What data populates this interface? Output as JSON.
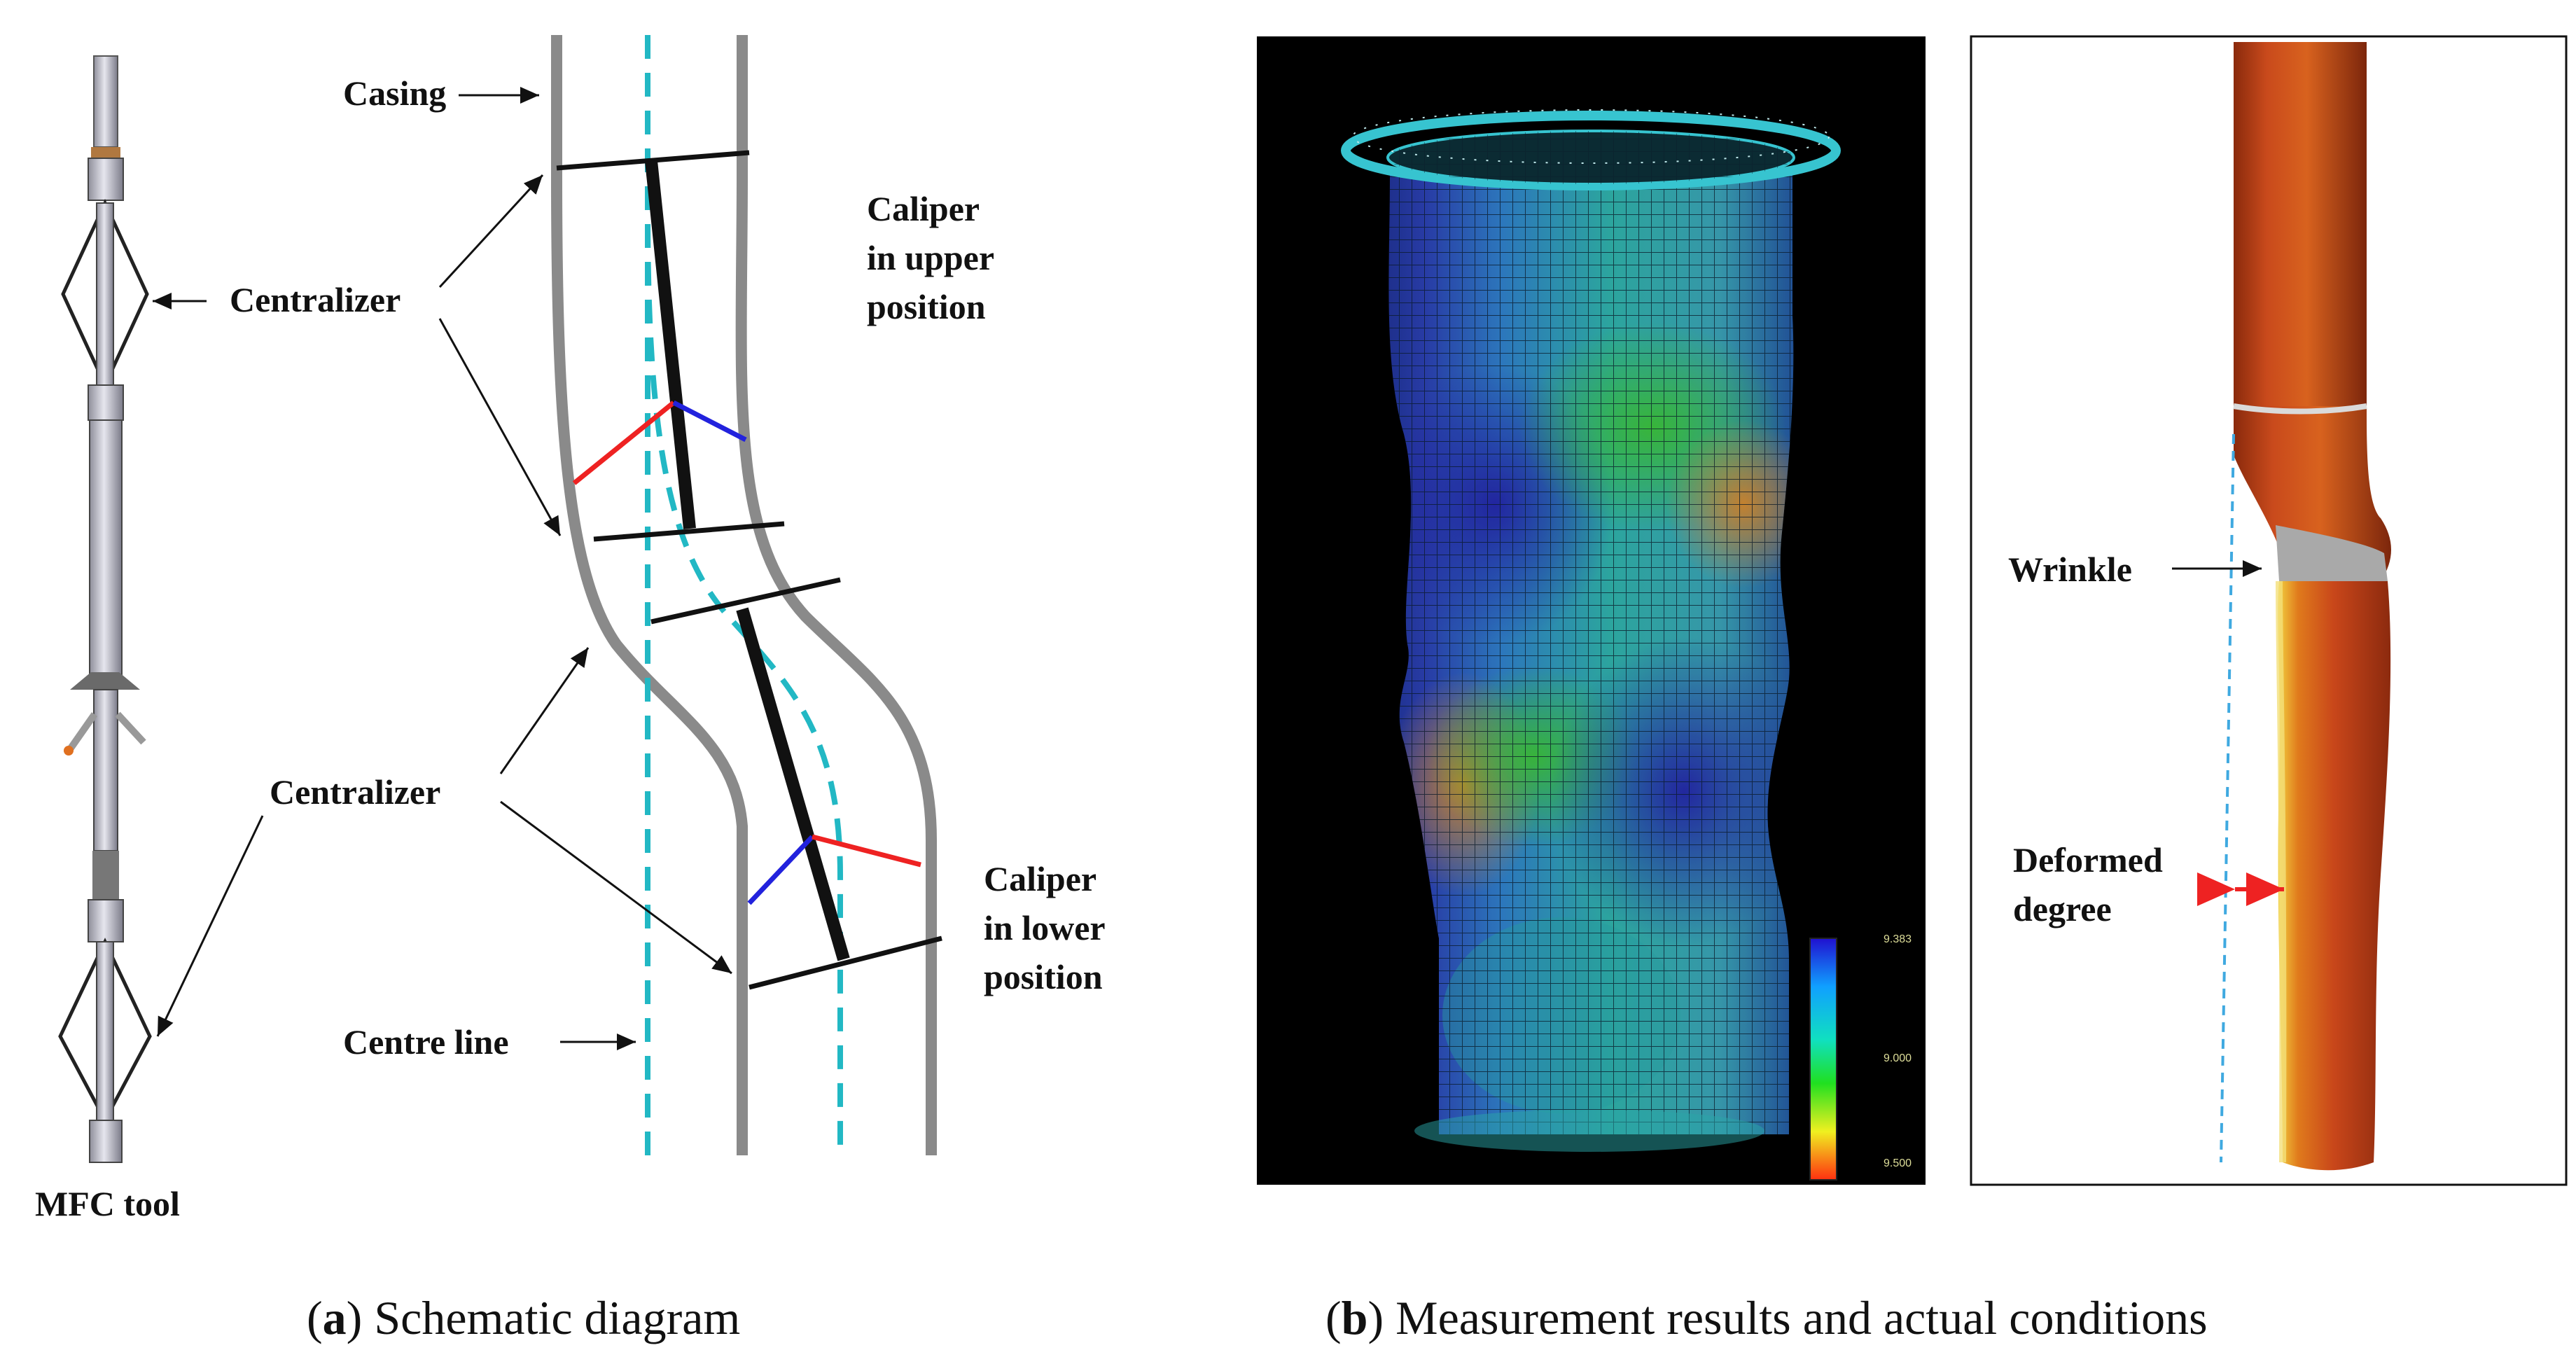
{
  "panel_a": {
    "tool_label": "MFC tool",
    "casing_label": "Casing",
    "centralizer_upper_label": "Centralizer",
    "centralizer_lower_label": "Centralizer",
    "caliper_upper_lines": [
      "Caliper",
      "in upper",
      "position"
    ],
    "caliper_lower_lines": [
      "Caliper",
      "in lower",
      "position"
    ],
    "centre_line_label": "Centre line",
    "caption_letter": "a",
    "caption_text": "Schematic diagram"
  },
  "panel_b": {
    "colorbar_ticks": [
      "9.383",
      "9.000",
      "9.500"
    ],
    "wrinkle_label": "Wrinkle",
    "deformed_lines": [
      "Deformed",
      "degree"
    ],
    "caption_letter": "b",
    "caption_text": "Measurement results and actual conditions"
  },
  "colors": {
    "casing": "#8a8a8a",
    "centre_line": "#22b8c4",
    "caliper_red": "#ee2222",
    "caliper_blue": "#2222dd",
    "deformed_arrow": "#ee2222",
    "photo_tube": "#c2431a",
    "photo_center_line": "#3fa9e0"
  }
}
